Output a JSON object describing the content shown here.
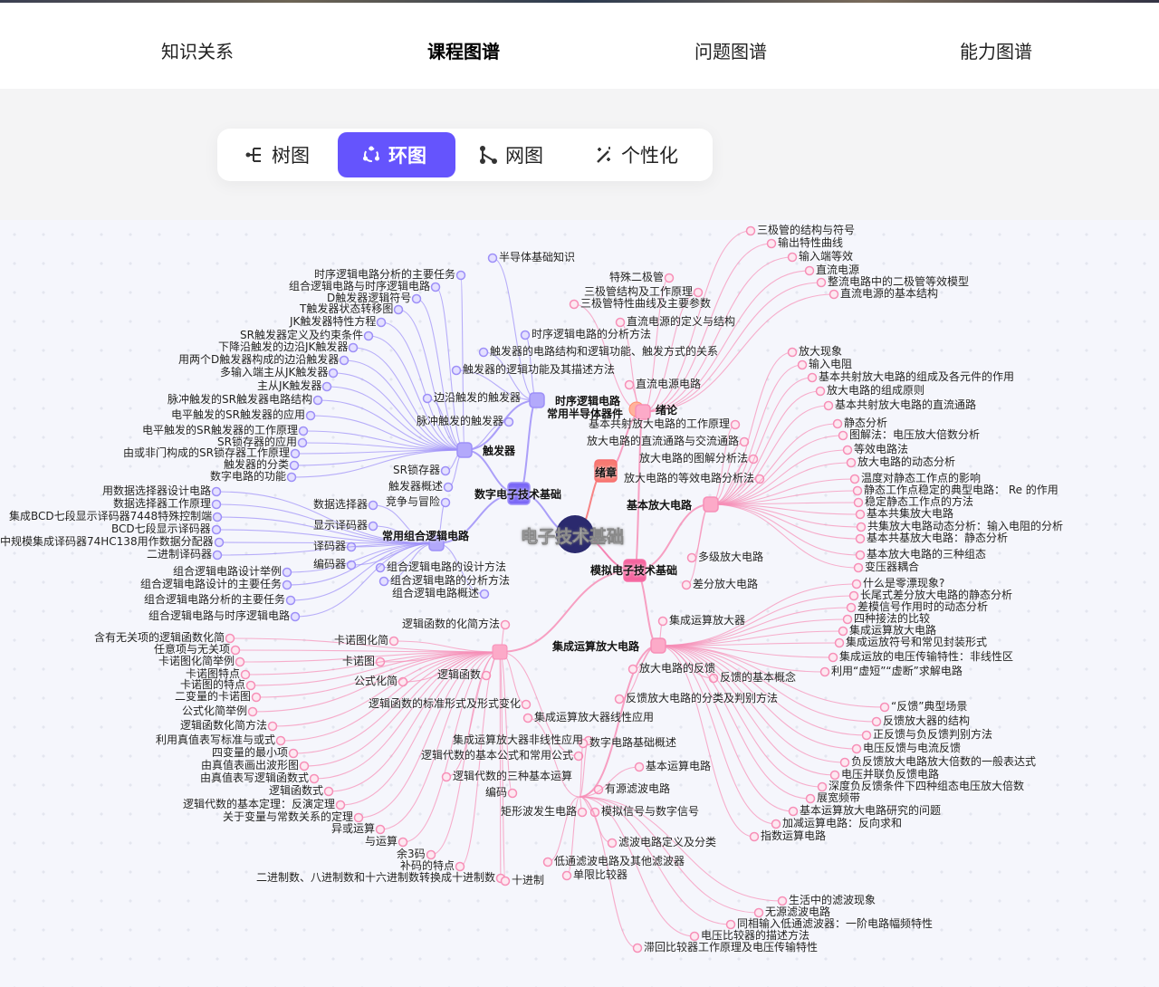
{
  "nav": {
    "tabs": [
      "知识关系",
      "课程图谱",
      "问题图谱",
      "能力图谱"
    ],
    "active": 1
  },
  "toolbar": {
    "buttons": [
      {
        "label": "树图",
        "icon": "tree-icon"
      },
      {
        "label": "环图",
        "icon": "ring-icon"
      },
      {
        "label": "网图",
        "icon": "network-icon"
      },
      {
        "label": "个性化",
        "icon": "magic-wand-icon"
      }
    ],
    "active": 1
  },
  "colors": {
    "accent": "#6554fd",
    "purple": "#9d8ff8",
    "pink": "#f78fb7",
    "red": "#f76f6f",
    "center": "#2b2a6e"
  },
  "graph": {
    "center": "电子技术基础",
    "hubs": {
      "digital": "数字电子技术基础",
      "trig": "触发器",
      "seq": "时序逻辑电路",
      "semi": "常用半导体器件",
      "comb": "常用组合逻辑电路",
      "intro": "绪章",
      "intro2": "绪论",
      "analog": "模拟电子技术基础",
      "amp": "基本放大电路",
      "opamp": "集成运算放大电路"
    },
    "groups": {
      "seq": [
        "半导体基础知识",
        "时序逻辑电路的分析方法",
        "触发器的电路结构和逻辑功能、触发方式的关系",
        "触发器的逻辑功能及其描述方法"
      ],
      "trig": [
        "时序逻辑电路分析的主要任务",
        "组合逻辑电路与时序逻辑电路",
        "D触发器逻辑符号",
        "T触发器状态转移图",
        "JK触发器特性方程",
        "SR触发器定义及约束条件",
        "下降沿触发的边沿JK触发器",
        "用两个D触发器构成的边沿触发器",
        "多输入端主从JK触发器",
        "主从JK触发器",
        "脉冲触发的SR触发器电路结构",
        "电平触发的SR触发器的应用",
        "电平触发的SR触发器的工作原理",
        "SR锁存器的应用",
        "由或非门构成的SR锁存器工作原理",
        "触发器的分类",
        "数字电路的功能",
        "边沿触发的触发器",
        "脉冲触发的触发器",
        "SR锁存器",
        "触发器概述"
      ],
      "comb": [
        "竞争与冒险",
        "数据选择器",
        "显示译码器",
        "译码器",
        "编码器",
        "组合逻辑电路的设计方法",
        "组合逻辑电路的分析方法",
        "组合逻辑电路概述",
        "用数据选择器设计电路",
        "数据选择器工作原理",
        "集成BCD七段显示译码器7448特殊控制端",
        "BCD七段显示译码器",
        "中规模集成译码器74HC138用作数据分配器",
        "二进制译码器",
        "组合逻辑电路设计举例",
        "组合逻辑电路设计的主要任务",
        "组合逻辑电路分析的主要任务",
        "组合逻辑电路与时序逻辑电路"
      ],
      "logic": [
        "逻辑函数的化简方法",
        "含有无关项的逻辑函数化简",
        "任意项与无关项",
        "卡诺图化简举例",
        "卡诺图化简",
        "卡诺图",
        "卡诺图特点",
        "卡诺图的特点",
        "二变量的卡诺图",
        "公式化简",
        "逻辑函数",
        "公式化简举例",
        "逻辑函数化简方法",
        "利用真值表写标准与或式",
        "四变量的最小项",
        "由真值表画出波形图",
        "由真值表写逻辑函数式",
        "逻辑函数式",
        "逻辑代数的基本定理：反演定理",
        "关于变量与常数关系的定理",
        "异或运算",
        "与运算",
        "余3码",
        "补码的特点",
        "二进制数、八进制数和十六进制数转换成十进制数",
        "十进制",
        "逻辑函数的标准形式及形式变化",
        "逻辑代数的基本公式和常用公式",
        "逻辑代数的三种基本运算",
        "编码"
      ],
      "mid": [
        "集成运算放大器非线性应用",
        "数字电路基础概述",
        "集成运算放大器线性应用",
        "矩形波发生电路",
        "有源滤波电路",
        "模拟信号与数字信号",
        "滤波电路定义及分类",
        "低通滤波电路及其他滤波器",
        "单限比较器",
        "基本运算电路",
        "生活中的滤波现象",
        "无源滤波电路",
        "同相输入低通滤波器：一阶电路幅频特性",
        "电压比较器的描述方法",
        "滞回比较器工作原理及电压传输特性"
      ],
      "intro2": [
        "三极管的结构与符号",
        "输出特性曲线",
        "输入端等效",
        "直流电源",
        "整流电路中的二极管等效模型",
        "直流电源的基本结构",
        "特殊二极管",
        "三极管结构及工作原理",
        "三极管特性曲线及主要参数",
        "直流电源的定义与结构",
        "直流电源电路"
      ],
      "amp": [
        "基本共射放大电路的工作原理",
        "放大电路的直流通路与交流通路",
        "放大电路的图解分析法",
        "放大电路的等效电路分析法",
        "放大现象",
        "输入电阻",
        "基本共射放大电路的组成及各元件的作用",
        "放大电路的组成原则",
        "基本共射放大电路的直流通路",
        "静态分析",
        "图解法：电压放大倍数分析",
        "等效电路法",
        "放大电路的动态分析",
        "温度对静态工作点的影响",
        "静态工作点稳定的典型电路： Re 的作用",
        "稳定静态工作点的方法",
        "基本共集放大电路",
        "共集放大电路动态分析：输入电阻的分析",
        "基本共基放大电路：静态分析",
        "基本放大电路的三种组态",
        "变压器耦合",
        "多级放大电路",
        "差分放大电路"
      ],
      "opamp": [
        "什么是零漂现象?",
        "长尾式差分放大电路的静态分析",
        "差模信号作用时的动态分析",
        "四种接法的比较",
        "集成运算放大电路",
        "集成运放符号和常见封装形式",
        "集成运放的电压传输特性：非线性区",
        "利用“虚短”“虚断”求解电路",
        "集成运算放大器",
        "放大电路的反馈",
        "反馈的基本概念",
        "反馈放大电路的分类及判别方法",
        "“反馈”典型场景",
        "反馈放大器的结构",
        "正反馈与负反馈判别方法",
        "电压反馈与电流反馈",
        "负反馈放大电路放大倍数的一般表达式",
        "电压并联负反馈电路",
        "深度负反馈条件下四种组态电压放大倍数",
        "展宽频带",
        "基本运算放大电路研究的问题",
        "加减运算电路：反向求和",
        "指数运算电路"
      ]
    }
  }
}
